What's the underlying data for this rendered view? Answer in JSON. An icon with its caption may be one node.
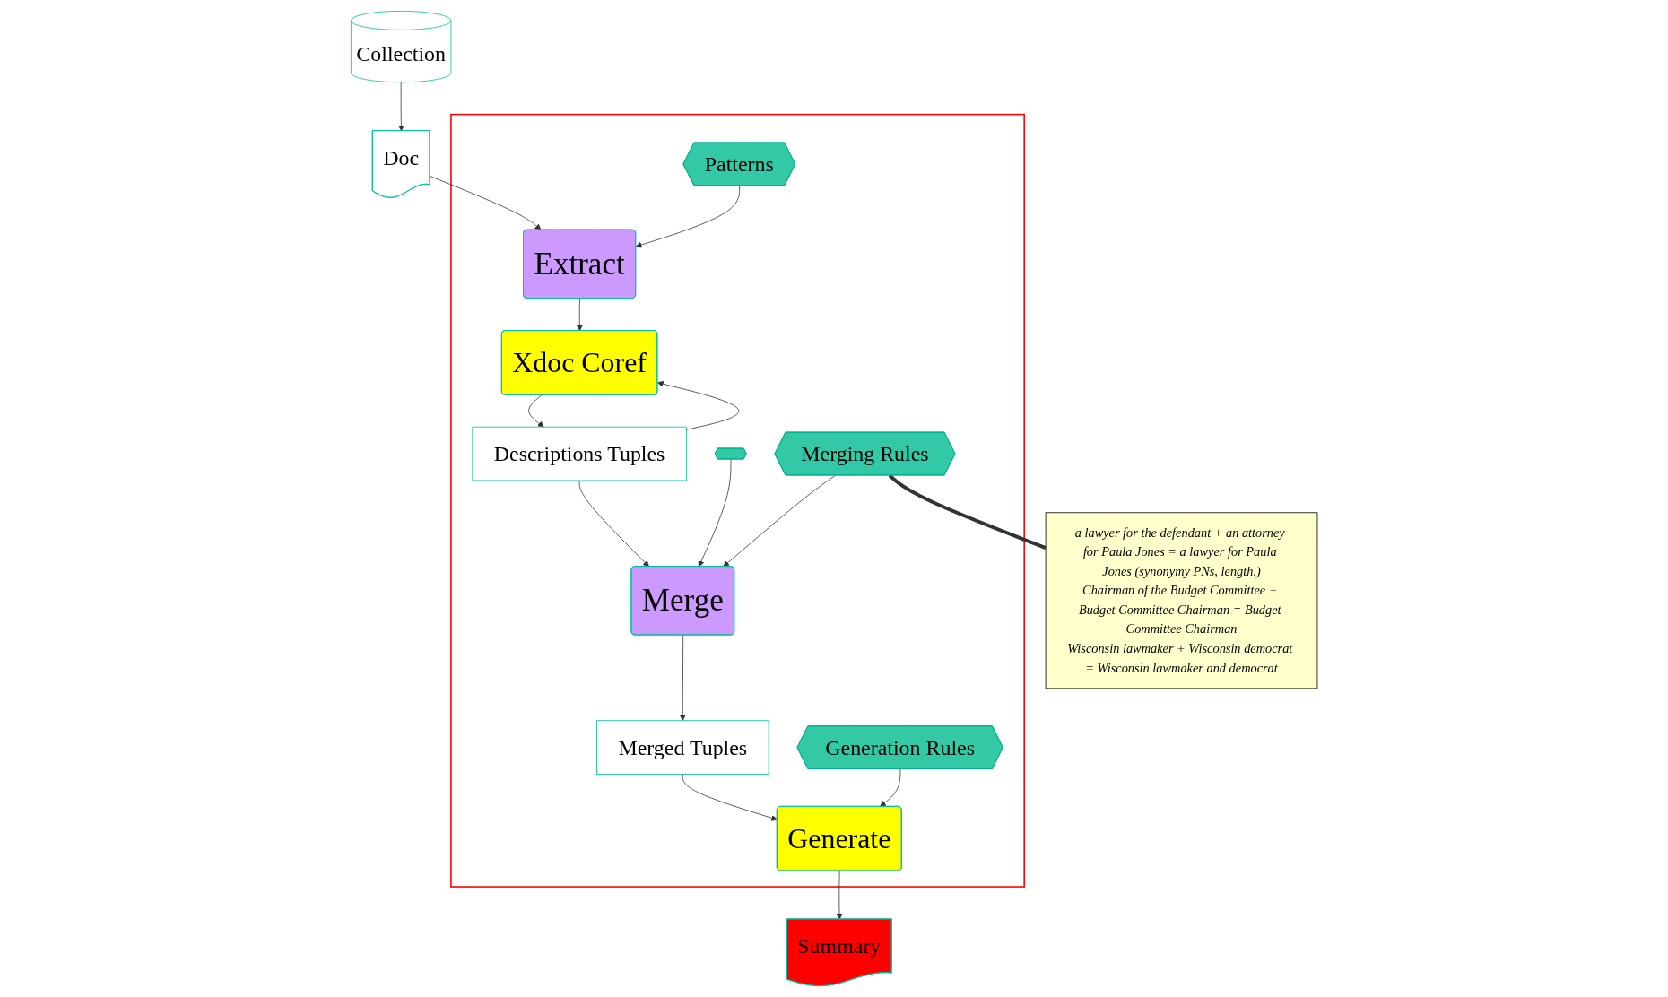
{
  "diagram": {
    "nodes": [
      {
        "text": [
          "Doc"
        ]
      },
      {
        "text": [
          "Collection"
        ]
      },
      {
        "text": [],
        "shape": "box"
      },
      {
        "text": [
          "Patterns"
        ],
        "in": 2
      },
      {
        "text": [
          "Extract"
        ],
        "in": 2
      },
      {
        "text": [
          "Xdoc Coref"
        ],
        "in": 2
      },
      {
        "text": [
          "Descriptions Tuples"
        ],
        "in": 2
      },
      {
        "text": [
          "Merge"
        ],
        "in": 2
      },
      {
        "text": [],
        "shape": "octagon",
        "in": 2
      },
      {
        "text": [
          "Merged Tuples"
        ],
        "in": 2
      },
      {
        "text": [
          "Merging Rules"
        ],
        "in": 2
      },
      {
        "text": [
          "Generate"
        ],
        "in": 2
      },
      {
        "text": [
          "Generation Rules"
        ],
        "in": 2
      },
      {
        "text": [
          "Summary"
        ]
      },
      {
        "text": [
          "a lawyer for the defendant + an attorney for Paula Jones = a lawyer for Paula Jones (synonymy PNs, length.)",
          "Chairman of the Budget Committee + Budget Committee Chairman = Budget Committee Chairman",
          "Wisconsin lawmaker + Wisconsin democrat = Wisconsin lawmaker and democrat"
        ]
      }
    ],
    "edges": [
      {
        "from": 1,
        "to": 0,
        "arrow": "to"
      },
      {
        "from": 0,
        "to": 4,
        "arrow": "to"
      },
      {
        "from": 3,
        "to": 4,
        "arrow": "to"
      },
      {
        "from": 4,
        "to": 5,
        "arrow": "to"
      },
      {
        "from": 5,
        "to": 6,
        "arrow": "to"
      },
      {
        "from": 6,
        "to": 5,
        "arrow": "to"
      },
      {
        "from": 6,
        "to": 7,
        "arrow": "to"
      },
      {
        "from": 8,
        "to": 7,
        "arrow": "to"
      },
      {
        "from": 10,
        "to": 7,
        "arrow": "to"
      },
      {
        "from": 7,
        "to": 9,
        "arrow": "to"
      },
      {
        "from": 9,
        "to": 11,
        "arrow": "to"
      },
      {
        "from": 12,
        "to": 11,
        "arrow": "to"
      },
      {
        "from": 11,
        "to": 13,
        "arrow": "to"
      },
      {
        "from": 10,
        "to": 14,
        "arrow": "none",
        "style": "thick"
      }
    ]
  }
}
